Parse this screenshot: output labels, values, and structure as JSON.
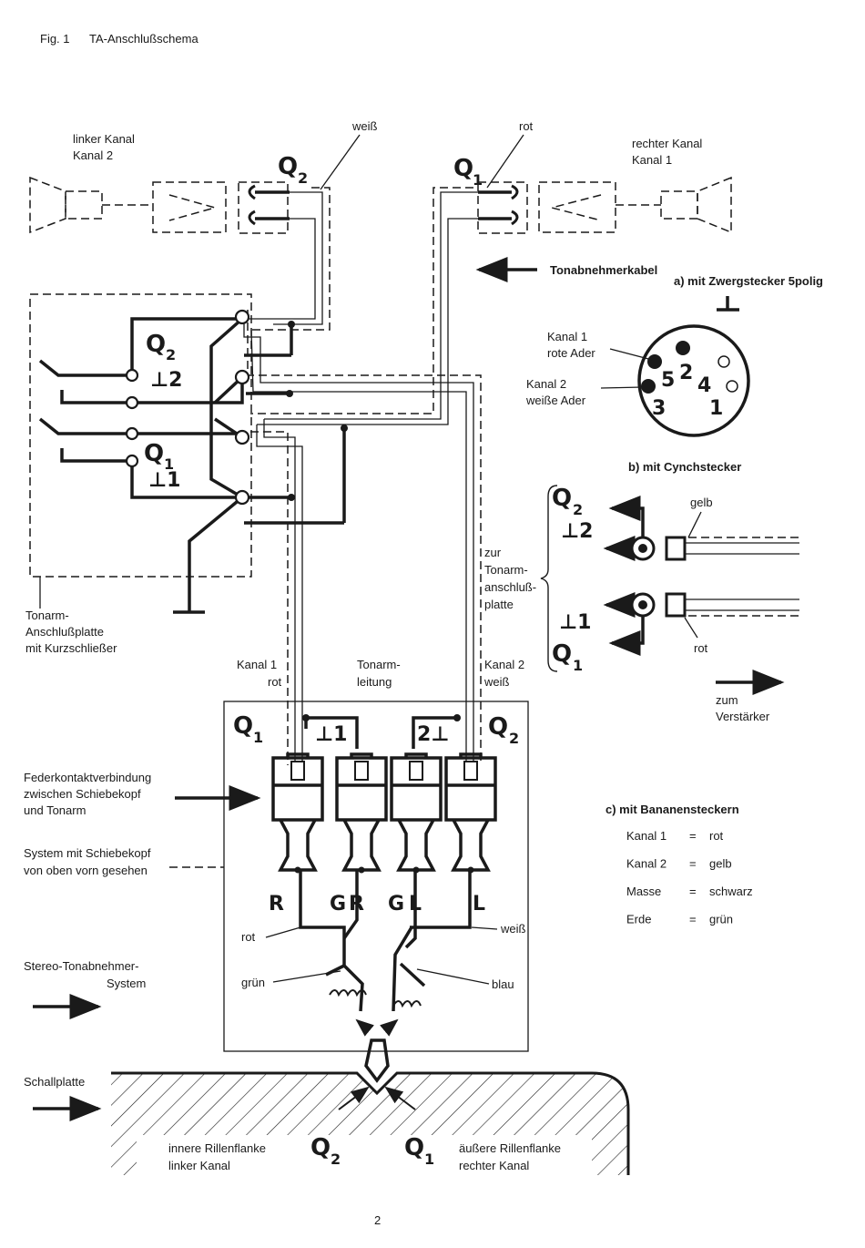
{
  "header": {
    "fig": "Fig. 1",
    "title": "TA-Anschlußschema"
  },
  "top": {
    "left_channel": [
      "linker Kanal",
      "Kanal 2"
    ],
    "right_channel": [
      "rechter Kanal",
      "Kanal 1"
    ],
    "weiss": "weiß",
    "rot": "rot",
    "Q2": "Q",
    "Q2_sub": "2",
    "Q1": "Q",
    "Q1_sub": "1",
    "cable_label": "Tonabnehmerkabel"
  },
  "plate": {
    "label": [
      "Tonarm-",
      "Anschlußplatte",
      "mit Kurzschließer"
    ],
    "q2": "Q",
    "q2_sub": "2",
    "g2": "⊥2",
    "q1": "Q",
    "q1_sub": "1",
    "g1": "⊥1"
  },
  "plug_a": {
    "title": "a) mit Zwergstecker 5polig",
    "k1": [
      "Kanal 1",
      "rote Ader"
    ],
    "k2": [
      "Kanal 2",
      "weiße Ader"
    ],
    "pins": [
      "2",
      "4",
      "5",
      "3",
      "1"
    ]
  },
  "plug_b": {
    "title": "b) mit Cynchstecker",
    "gelb": "gelb",
    "rot": "rot",
    "q2": "Q",
    "q2_sub": "2",
    "g2": "⊥2",
    "q1": "Q",
    "q1_sub": "1",
    "g1": "⊥1",
    "zur": [
      "zur",
      "Tonarm-",
      "anschluß-",
      "platte"
    ],
    "amp": [
      "zum",
      "Verstärker"
    ]
  },
  "plug_c": {
    "title": "c) mit Bananensteckern",
    "rows": [
      {
        "k": "Kanal 1",
        "eq": "=",
        "v": "rot"
      },
      {
        "k": "Kanal 2",
        "eq": "=",
        "v": "gelb"
      },
      {
        "k": "Masse",
        "eq": "=",
        "v": "schwarz"
      },
      {
        "k": "Erde",
        "eq": "=",
        "v": "grün"
      }
    ]
  },
  "arm": {
    "k1": [
      "Kanal 1",
      "rot"
    ],
    "lead": [
      "Tonarm-",
      "leitung"
    ],
    "k2": [
      "Kanal 2",
      "weiß"
    ],
    "q1": "Q",
    "q1_sub": "1",
    "q2": "Q",
    "q2_sub": "2",
    "g1": "⊥1",
    "g2": "2⊥",
    "pins": [
      "R",
      "G",
      "R",
      "G",
      "L",
      "L"
    ],
    "rot": "rot",
    "gruen": "grün",
    "weiss": "weiß",
    "blau": "blau"
  },
  "left_labels": {
    "feder": [
      "Federkontaktverbindung",
      "zwischen Schiebekopf",
      "und Tonarm"
    ],
    "system": [
      "System mit Schiebekopf",
      "von oben vorn gesehen"
    ],
    "stereo": [
      "Stereo-Tonabnehmer-",
      "System"
    ],
    "platte": "Schallplatte"
  },
  "bottom": {
    "inner": [
      "innere Rillenflanke",
      "linker Kanal"
    ],
    "outer": [
      "äußere Rillenflanke",
      "rechter Kanal"
    ],
    "q2": "Q",
    "q2_sub": "2",
    "q1": "Q",
    "q1_sub": "1"
  },
  "page_number": "2"
}
